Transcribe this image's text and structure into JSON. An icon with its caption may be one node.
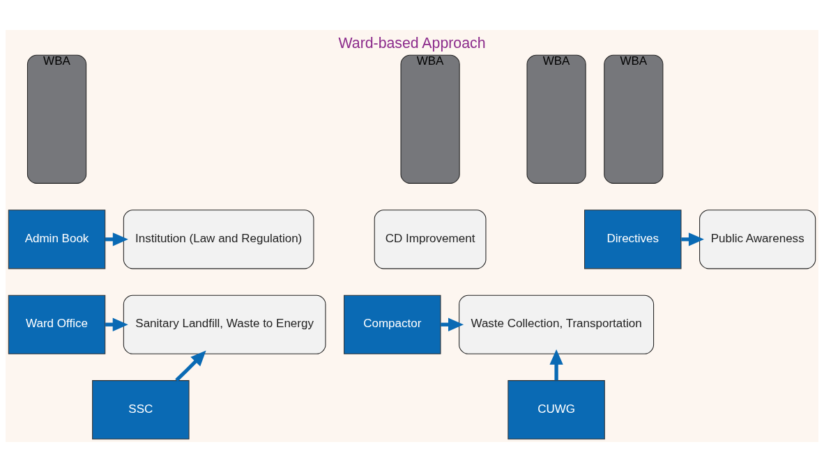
{
  "diagram": {
    "title": "Ward-based Approach",
    "nodes": [
      {
        "text": [
          "WBA"
        ]
      },
      {
        "text": [
          "WBA"
        ]
      },
      {
        "text": [
          "WBA"
        ]
      },
      {
        "text": [
          "WBA"
        ]
      },
      {
        "text": [
          "Admin Book"
        ]
      },
      {
        "text": [
          "Institution (Law and Regulation)"
        ]
      },
      {
        "text": [
          "CD Improvement"
        ]
      },
      {
        "text": [
          "Public Awareness"
        ]
      },
      {
        "text": [
          "Directives"
        ]
      },
      {
        "text": [
          "Ward Office"
        ]
      },
      {
        "text": [
          "Sanitary Landfill, Waste to Energy"
        ]
      },
      {
        "text": [
          "Waste Collection, Transportation"
        ]
      },
      {
        "text": [
          "Compactor"
        ]
      },
      {
        "text": [
          "SSC"
        ]
      },
      {
        "text": [
          "CUWG"
        ]
      }
    ],
    "edges": [
      {
        "from": 4,
        "to": 5,
        "arrow": "to"
      },
      {
        "from": 8,
        "to": 7,
        "arrow": "to"
      },
      {
        "from": 9,
        "to": 10,
        "arrow": "to"
      },
      {
        "from": 12,
        "to": 11,
        "arrow": "to"
      },
      {
        "from": 13,
        "to": 10,
        "arrow": "to"
      },
      {
        "from": 14,
        "to": 11,
        "arrow": "to"
      }
    ]
  }
}
